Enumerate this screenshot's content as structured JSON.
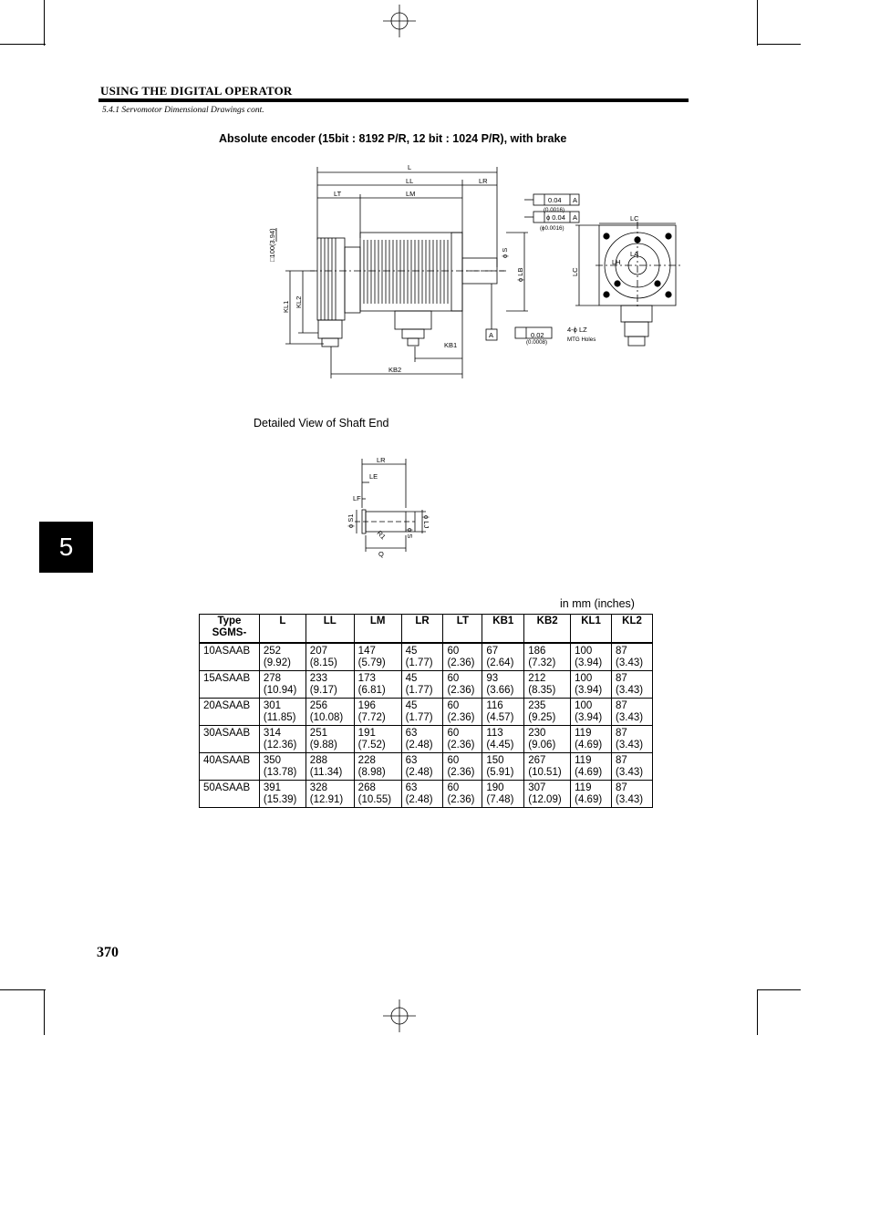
{
  "header": {
    "section_title": "USING THE DIGITAL OPERATOR",
    "subsection": "5.4.1 Servomotor Dimensional Drawings cont."
  },
  "figure": {
    "title": "Absolute encoder (15bit : 8192 P/R, 12 bit : 1024 P/R), with brake",
    "detail_label": "Detailed View of Shaft End",
    "labels": {
      "L": "L",
      "LL": "LL",
      "LR": "LR",
      "LT": "LT",
      "LM": "LM",
      "LC": "LC",
      "LB": "ϕ LB",
      "S": "ϕ S",
      "KL1": "KL1",
      "KL2": "KL2",
      "KB1": "KB1",
      "KB2": "KB2",
      "flange": "□100(3.94)",
      "perp_tol": "0.04",
      "perp_inch": "(0.0016)",
      "conc_tol": "ϕ 0.04",
      "conc_inch": "(ϕ0.0016)",
      "runout_tol": "0.02",
      "runout_inch": "(0.0008)",
      "datum": "A",
      "LA": "LA",
      "LH": "LH",
      "holes": "4-ϕ LZ",
      "holes_note": "MTG Holes",
      "detail_LR": "LR",
      "detail_LE": "LE",
      "detail_LF": "LF",
      "detail_S1": "ϕ S1",
      "detail_S": "ϕ S",
      "detail_LJ": "ϕ LJ",
      "detail_R1": "R1",
      "detail_Q": "Q"
    }
  },
  "table": {
    "units_note": "in mm (inches)",
    "type_header_1": "Type",
    "type_header_2": "SGMS-",
    "columns": [
      "L",
      "LL",
      "LM",
      "LR",
      "LT",
      "KB1",
      "KB2",
      "KL1",
      "KL2"
    ],
    "rows": [
      {
        "type": "10ASAAB",
        "cells": [
          [
            "252",
            "(9.92)"
          ],
          [
            "207",
            "(8.15)"
          ],
          [
            "147",
            "(5.79)"
          ],
          [
            "45",
            "(1.77)"
          ],
          [
            "60",
            "(2.36)"
          ],
          [
            "67",
            "(2.64)"
          ],
          [
            "186",
            "(7.32)"
          ],
          [
            "100",
            "(3.94)"
          ],
          [
            "87",
            "(3.43)"
          ]
        ]
      },
      {
        "type": "15ASAAB",
        "cells": [
          [
            "278",
            "(10.94)"
          ],
          [
            "233",
            "(9.17)"
          ],
          [
            "173",
            "(6.81)"
          ],
          [
            "45",
            "(1.77)"
          ],
          [
            "60",
            "(2.36)"
          ],
          [
            "93",
            "(3.66)"
          ],
          [
            "212",
            "(8.35)"
          ],
          [
            "100",
            "(3.94)"
          ],
          [
            "87",
            "(3.43)"
          ]
        ]
      },
      {
        "type": "20ASAAB",
        "cells": [
          [
            "301",
            "(11.85)"
          ],
          [
            "256",
            "(10.08)"
          ],
          [
            "196",
            "(7.72)"
          ],
          [
            "45",
            "(1.77)"
          ],
          [
            "60",
            "(2.36)"
          ],
          [
            "116",
            "(4.57)"
          ],
          [
            "235",
            "(9.25)"
          ],
          [
            "100",
            "(3.94)"
          ],
          [
            "87",
            "(3.43)"
          ]
        ]
      },
      {
        "type": "30ASAAB",
        "cells": [
          [
            "314",
            "(12.36)"
          ],
          [
            "251",
            "(9.88)"
          ],
          [
            "191",
            "(7.52)"
          ],
          [
            "63",
            "(2.48)"
          ],
          [
            "60",
            "(2.36)"
          ],
          [
            "113",
            "(4.45)"
          ],
          [
            "230",
            "(9.06)"
          ],
          [
            "119",
            "(4.69)"
          ],
          [
            "87",
            "(3.43)"
          ]
        ]
      },
      {
        "type": "40ASAAB",
        "cells": [
          [
            "350",
            "(13.78)"
          ],
          [
            "288",
            "(11.34)"
          ],
          [
            "228",
            "(8.98)"
          ],
          [
            "63",
            "(2.48)"
          ],
          [
            "60",
            "(2.36)"
          ],
          [
            "150",
            "(5.91)"
          ],
          [
            "267",
            "(10.51)"
          ],
          [
            "119",
            "(4.69)"
          ],
          [
            "87",
            "(3.43)"
          ]
        ]
      },
      {
        "type": "50ASAAB",
        "cells": [
          [
            "391",
            "(15.39)"
          ],
          [
            "328",
            "(12.91)"
          ],
          [
            "268",
            "(10.55)"
          ],
          [
            "63",
            "(2.48)"
          ],
          [
            "60",
            "(2.36)"
          ],
          [
            "190",
            "(7.48)"
          ],
          [
            "307",
            "(12.09)"
          ],
          [
            "119",
            "(4.69)"
          ],
          [
            "87",
            "(3.43)"
          ]
        ]
      }
    ]
  },
  "chapter_tab": "5",
  "page_number": "370"
}
